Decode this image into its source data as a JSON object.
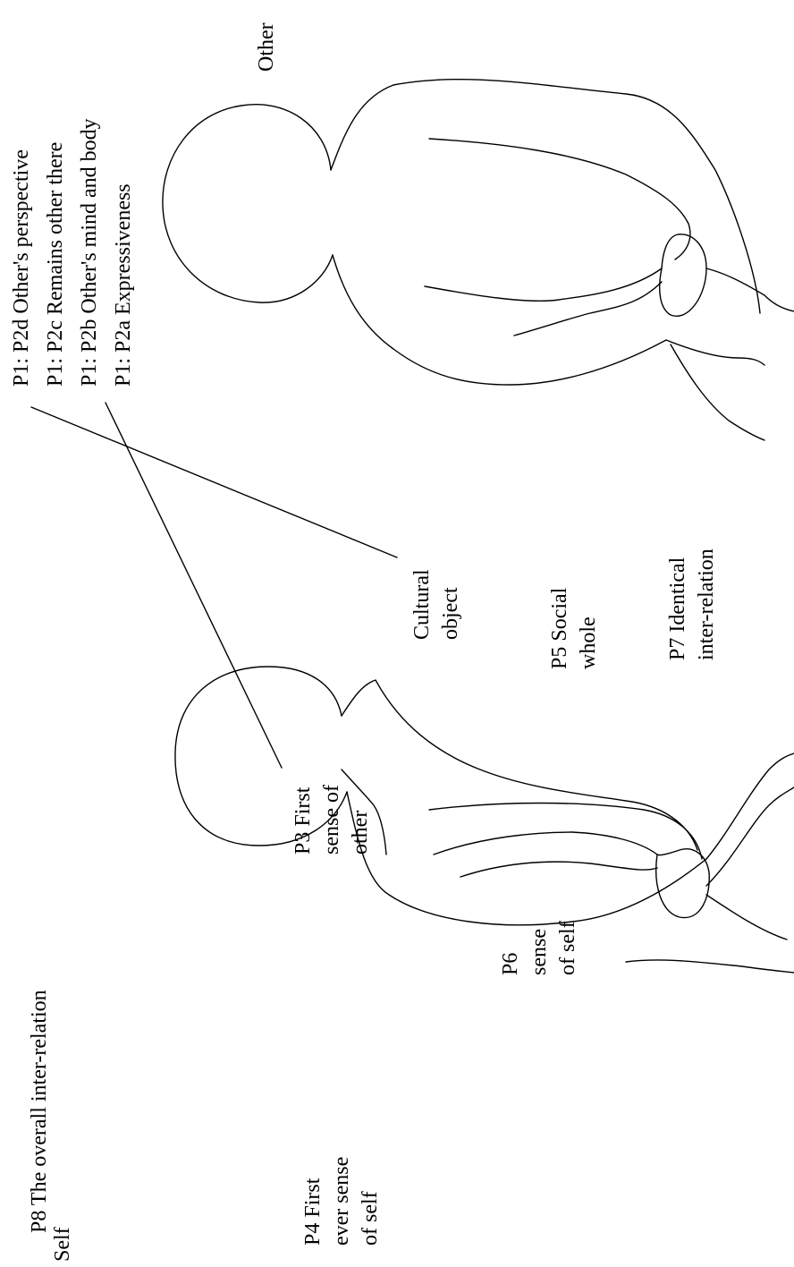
{
  "labels": {
    "self": "Self",
    "other": "Other",
    "p8": "P8 The overall inter-relation",
    "p4": [
      "P4 First",
      "ever sense",
      "of self"
    ],
    "p3": [
      "P3 First",
      "sense of",
      "other"
    ],
    "p6": [
      "P6",
      "sense",
      "of self"
    ],
    "cultural_object": [
      "Cultural",
      "object"
    ],
    "p5": [
      "P5 Social",
      "whole"
    ],
    "p7": [
      "P7 Identical",
      "inter-relation"
    ],
    "p2d": "P1: P2d Other's perspective",
    "p2c": "P1: P2c Remains other there",
    "p2b": "P1: P2b Other's mind and body",
    "p2a": "P1: P2a Expressiveness"
  },
  "colors": {
    "line": "#000000",
    "background": "#ffffff"
  }
}
